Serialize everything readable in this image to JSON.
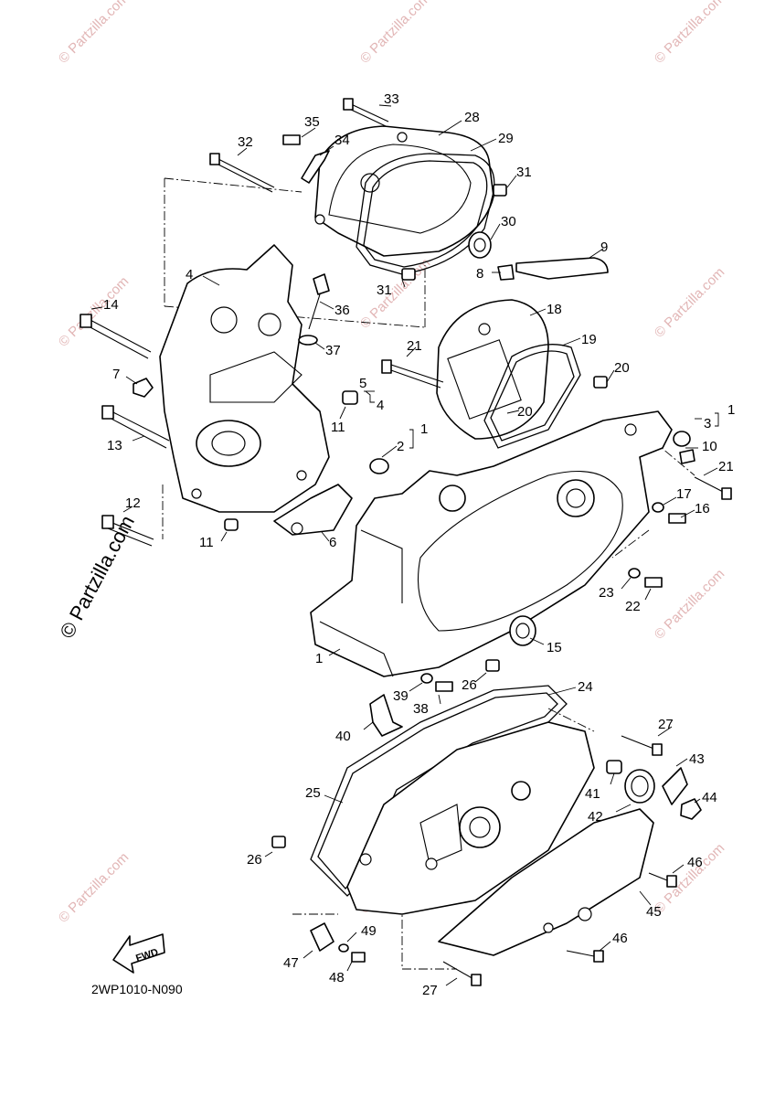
{
  "diagram": {
    "diagram_code": "2WP1010-N090",
    "fwd_label": "FWD",
    "watermark_main": "© Partzilla.com",
    "watermark_small": "© Partzilla.com",
    "callouts": [
      {
        "id": "c33",
        "text": "33"
      },
      {
        "id": "c35",
        "text": "35"
      },
      {
        "id": "c28",
        "text": "28"
      },
      {
        "id": "c34",
        "text": "34"
      },
      {
        "id": "c29",
        "text": "29"
      },
      {
        "id": "c32",
        "text": "32"
      },
      {
        "id": "c31a",
        "text": "31"
      },
      {
        "id": "c30",
        "text": "30"
      },
      {
        "id": "c9",
        "text": "9"
      },
      {
        "id": "c8",
        "text": "8"
      },
      {
        "id": "c4a",
        "text": "4"
      },
      {
        "id": "c31b",
        "text": "31"
      },
      {
        "id": "c14",
        "text": "14"
      },
      {
        "id": "c36",
        "text": "36"
      },
      {
        "id": "c18",
        "text": "18"
      },
      {
        "id": "c37",
        "text": "37"
      },
      {
        "id": "c21a",
        "text": "21"
      },
      {
        "id": "c19",
        "text": "19"
      },
      {
        "id": "c7",
        "text": "7"
      },
      {
        "id": "c5",
        "text": "5"
      },
      {
        "id": "c4b",
        "text": "4"
      },
      {
        "id": "c20a",
        "text": "20"
      },
      {
        "id": "c20b",
        "text": "20"
      },
      {
        "id": "c11a",
        "text": "11"
      },
      {
        "id": "c1a",
        "text": "1"
      },
      {
        "id": "c3",
        "text": "3"
      },
      {
        "id": "c1b",
        "text": "1"
      },
      {
        "id": "c2",
        "text": "2"
      },
      {
        "id": "c13",
        "text": "13"
      },
      {
        "id": "c10",
        "text": "10"
      },
      {
        "id": "c21b",
        "text": "21"
      },
      {
        "id": "c12",
        "text": "12"
      },
      {
        "id": "c17",
        "text": "17"
      },
      {
        "id": "c16",
        "text": "16"
      },
      {
        "id": "c11b",
        "text": "11"
      },
      {
        "id": "c6",
        "text": "6"
      },
      {
        "id": "c23",
        "text": "23"
      },
      {
        "id": "c22",
        "text": "22"
      },
      {
        "id": "c1c",
        "text": "1"
      },
      {
        "id": "c15",
        "text": "15"
      },
      {
        "id": "c26a",
        "text": "26"
      },
      {
        "id": "c24",
        "text": "24"
      },
      {
        "id": "c39",
        "text": "39"
      },
      {
        "id": "c38",
        "text": "38"
      },
      {
        "id": "c40",
        "text": "40"
      },
      {
        "id": "c27a",
        "text": "27"
      },
      {
        "id": "c43",
        "text": "43"
      },
      {
        "id": "c41",
        "text": "41"
      },
      {
        "id": "c25",
        "text": "25"
      },
      {
        "id": "c44",
        "text": "44"
      },
      {
        "id": "c42",
        "text": "42"
      },
      {
        "id": "c26b",
        "text": "26"
      },
      {
        "id": "c46a",
        "text": "46"
      },
      {
        "id": "c45",
        "text": "45"
      },
      {
        "id": "c49",
        "text": "49"
      },
      {
        "id": "c46b",
        "text": "46"
      },
      {
        "id": "c47",
        "text": "47"
      },
      {
        "id": "c48",
        "text": "48"
      },
      {
        "id": "c27b",
        "text": "27"
      }
    ]
  }
}
